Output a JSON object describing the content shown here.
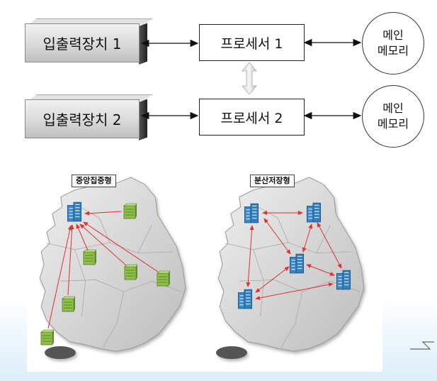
{
  "top": {
    "io_devices": [
      {
        "label": "입출력장치 1"
      },
      {
        "label": "입출력장치 2"
      }
    ],
    "processors": [
      {
        "label": "프로세서 1"
      },
      {
        "label": "프로세서 2"
      }
    ],
    "memories": [
      {
        "line1": "메인",
        "line2": "메모리"
      },
      {
        "line1": "메인",
        "line2": "메모리"
      }
    ]
  },
  "maps": {
    "centralized": {
      "label": "중앙집중형"
    },
    "distributed": {
      "label": "분산저장형"
    }
  },
  "colors": {
    "arrow": "#e03030",
    "server_green": "#8fbf4a",
    "server_blue": "#2f7fc0",
    "map_fill": "#d3d3d3"
  }
}
